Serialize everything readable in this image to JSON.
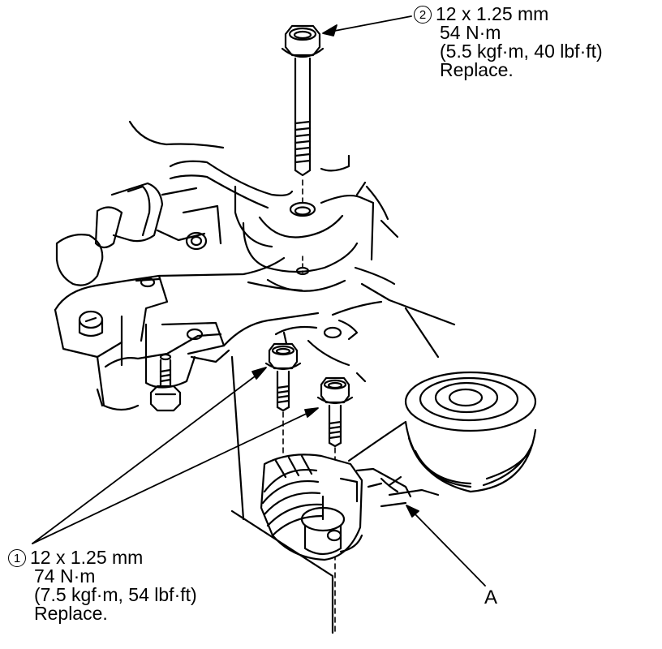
{
  "callouts": [
    {
      "number": "2",
      "lines": [
        "12 x 1.25 mm",
        "54 N·m",
        "(5.5 kgf·m, 40 lbf·ft)",
        "Replace."
      ]
    },
    {
      "number": "1",
      "lines": [
        "12 x 1.25 mm",
        "74 N·m",
        "(7.5 kgf·m, 54 lbf·ft)",
        "Replace."
      ]
    }
  ],
  "part_label": "A",
  "colors": {
    "ink": "#000000",
    "paper": "#ffffff"
  }
}
